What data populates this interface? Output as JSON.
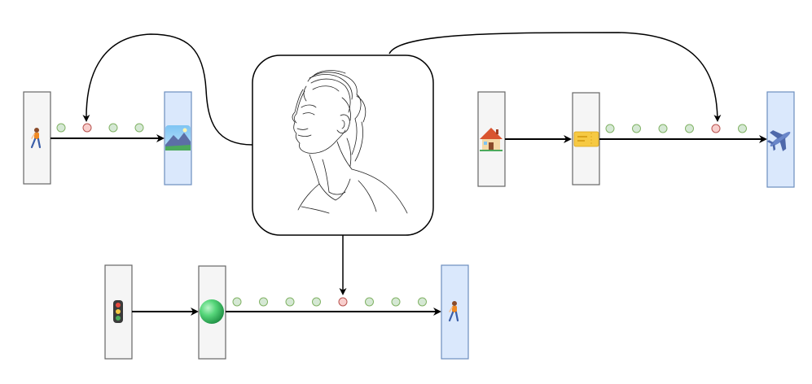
{
  "colors": {
    "stroke": "#000000",
    "box_gray_fill": "#f5f5f5",
    "box_gray_stroke": "#666666",
    "box_blue_fill": "#dae8fc",
    "box_blue_stroke": "#6c8ebf",
    "dot_green_fill": "#d5e8d4",
    "dot_green_stroke": "#82b366",
    "dot_red_fill": "#f8cecc",
    "dot_red_stroke": "#b85450",
    "sphere_green": "#56d67a"
  },
  "icons": {
    "walking_person": "walking-person-icon",
    "mountain_picture": "mountain-landscape-icon",
    "house": "house-icon",
    "ticket": "ticket-icon",
    "airplane": "airplane-icon",
    "traffic_light": "traffic-light-icon",
    "sphere": "green-sphere-icon",
    "portrait": "portrait-sketch-icon"
  },
  "chains": [
    {
      "name": "chain-walk-to-picture",
      "dots": [
        "green",
        "red",
        "green",
        "green"
      ]
    },
    {
      "name": "chain-ticket-to-plane",
      "dots": [
        "green",
        "green",
        "green",
        "green",
        "red",
        "green"
      ]
    },
    {
      "name": "chain-sphere-to-walk",
      "dots": [
        "green",
        "green",
        "green",
        "green",
        "red",
        "green",
        "green",
        "green"
      ]
    }
  ]
}
